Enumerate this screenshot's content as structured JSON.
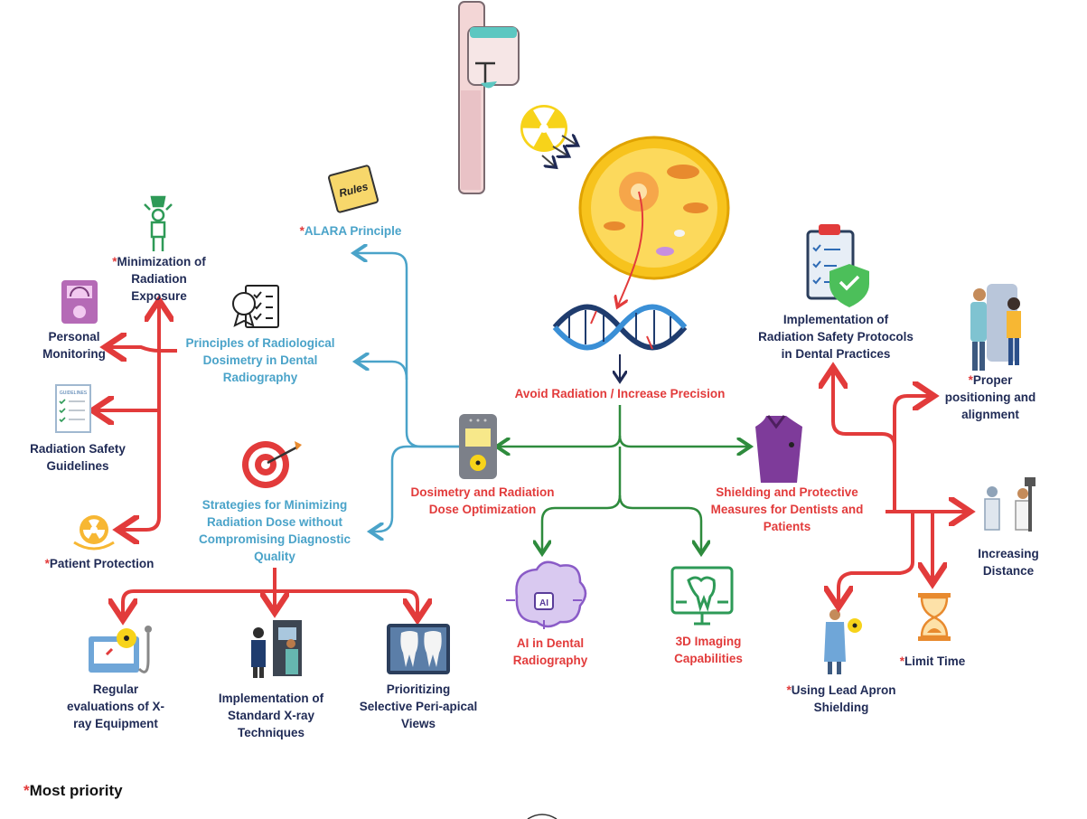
{
  "center": {
    "title": "Avoid Radiation / Increase Precision"
  },
  "branches": {
    "dosimetry": "Dosimetry and Radiation\nDose Optimization",
    "shielding": "Shielding and Protective\nMeasures for Dentists and\nPatients",
    "ai": "AI in Dental\nRadiography",
    "imaging3d": "3D Imaging\nCapabilities"
  },
  "dosimetry_sub": {
    "alara": "ALARA Principle",
    "principles": "Principles of Radiological\nDosimetry in Dental\nRadiography",
    "strategies": "Strategies for Minimizing\nRadiation Dose without\nCompromising Diagnostic\nQuality"
  },
  "principles_sub": {
    "minimization": "Minimization of\nRadiation\nExposure",
    "personal": "Personal\nMonitoring",
    "guidelines": "Radiation Safety\nGuidelines",
    "patient": "Patient Protection"
  },
  "strategies_sub": {
    "regular": "Regular\nevaluations of X-\nray Equipment",
    "standard": "Implementation of\nStandard X-ray\nTechniques",
    "prioritizing": "Prioritizing\nSelective Peri-apical\nViews"
  },
  "shielding_sub": {
    "protocols": "Implementation of\nRadiation Safety Protocols\nin Dental Practices",
    "positioning": "Proper\npositioning and\nalignment",
    "distance": "Increasing\nDistance",
    "limit": "Limit Time",
    "apron": "Using Lead Apron\nShielding"
  },
  "icons": {
    "rules_note": "Rules",
    "guidelines_doc": "GUIDELINES",
    "ai_chip": "AI"
  },
  "marker": "*",
  "footer": "Most priority",
  "colors": {
    "red": "#e23b3b",
    "blue": "#4aa3c9",
    "green": "#2e8b3d",
    "navy": "#1f2a55"
  }
}
